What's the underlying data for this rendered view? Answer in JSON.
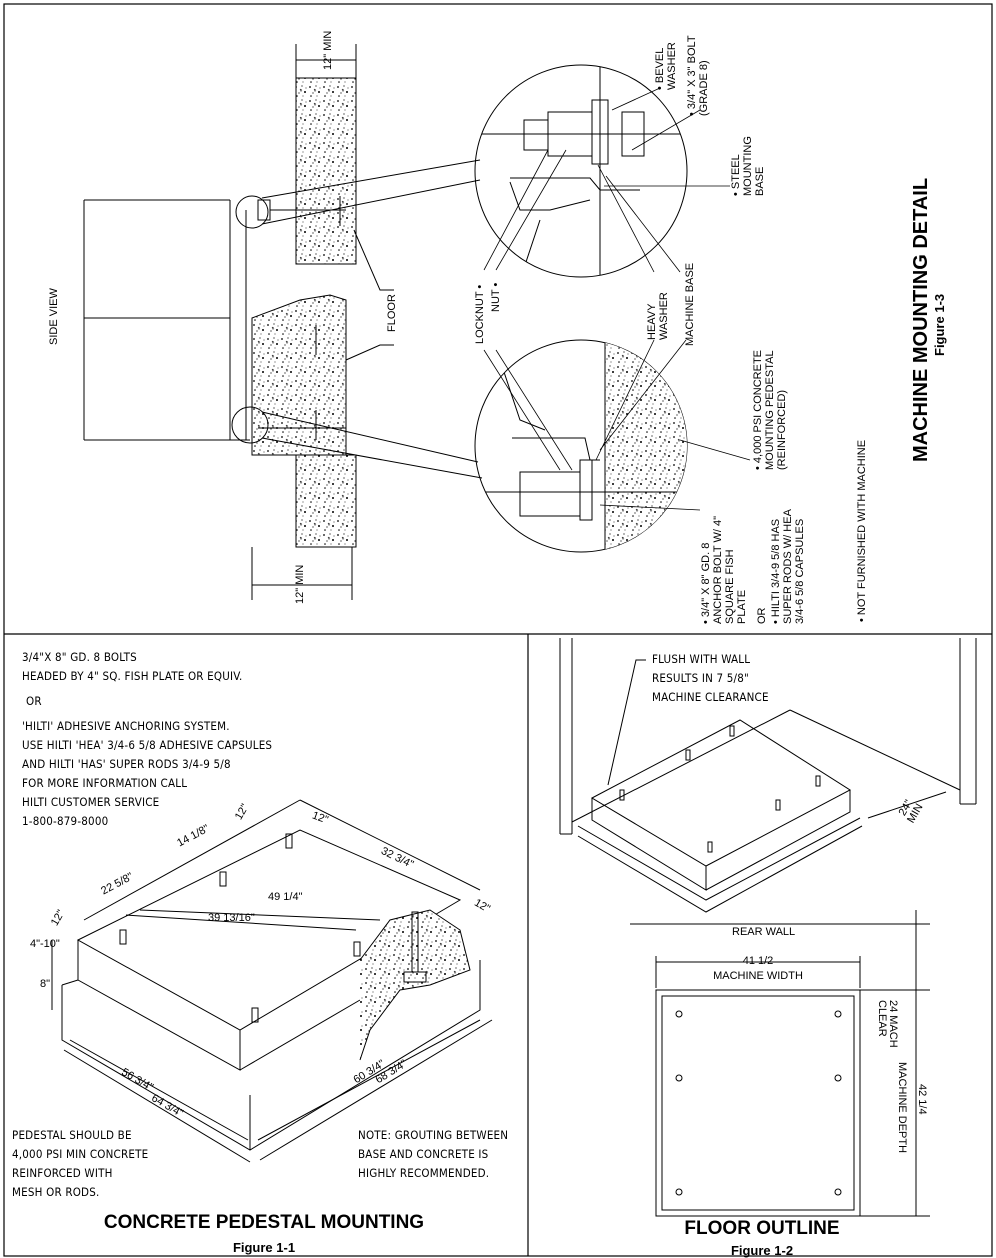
{
  "figure_1_3": {
    "title": "MACHINE MOUNTING DETAIL",
    "figure_label": "Figure 1-3",
    "labels": {
      "side_view": "SIDE VIEW",
      "floor": "FLOOR",
      "min_top": "12\" MIN",
      "min_bottom": "12\" MIN",
      "bevel_washer": "• BEVEL WASHER",
      "bolt": "• 3/4\" X 3\" BOLT (GRADE 8)",
      "steel_base": "• STEEL MOUNTING BASE",
      "locknut": "LOCKNUT •",
      "nut": "NUT •",
      "heavy_washer": "HEAVY WASHER",
      "machine_base": "MACHINE BASE",
      "concrete_pedestal": "• 4,000 PSI CONCRETE MOUNTING PEDESTAL (REINFORCED)",
      "anchor_bolt": "• 3/4\" X 8\" GD. 8 ANCHOR BOLT W/ 4\" SQUARE FISH PLATE",
      "or": "OR",
      "hilti": "• HILTI 3/4-9 5/8 HAS SUPER RODS W/ HEA 3/4-6 5/8 CAPSULES",
      "not_furnished": "• NOT FURNISHED WITH MACHINE"
    }
  },
  "figure_1_1": {
    "title": "CONCRETE PEDESTAL MOUNTING",
    "figure_label": "Figure 1-1",
    "notes": [
      "3/4\"X 8\" GD. 8 BOLTS",
      "HEADED BY 4\" SQ. FISH PLATE OR EQUIV.",
      "OR",
      "'HILTI' ADHESIVE ANCHORING SYSTEM.",
      "USE HILTI 'HEA' 3/4-6 5/8 ADHESIVE CAPSULES",
      "AND HILTI 'HAS' SUPER RODS 3/4-9 5/8",
      "FOR MORE INFORMATION CALL",
      "HILTI CUSTOMER SERVICE",
      "1-800-879-8000"
    ],
    "pedestal_note": [
      "PEDESTAL SHOULD BE",
      "4,000 PSI MIN CONCRETE",
      "REINFORCED WITH",
      "MESH OR RODS."
    ],
    "grout_note": [
      "NOTE: GROUTING BETWEEN",
      "BASE AND CONCRETE IS",
      "HIGHLY RECOMMENDED."
    ],
    "dims": {
      "d_12a": "12\"",
      "d_14_1_8": "14 1/8\"",
      "d_12b": "12\"",
      "d_32_3_4": "32 3/4\"",
      "d_22_5_8": "22 5/8\"",
      "d_49_1_4": "49 1/4\"",
      "d_39_13_16": "39 13/16\"",
      "d_12c": "12\"",
      "d_12d": "12\"",
      "d_4_10": "4\"-10\"",
      "d_8": "8\"",
      "d_56_3_4": "56 3/4\"",
      "d_64_3_4": "64 3/4\"",
      "d_60_3_4": "60 3/4\"",
      "d_68_3_4": "68 3/4\""
    }
  },
  "figure_1_2": {
    "title": "FLOOR OUTLINE",
    "figure_label": "Figure 1-2",
    "flush_note": [
      "FLUSH WITH WALL",
      "RESULTS IN 7 5/8\"",
      "MACHINE CLEARANCE"
    ],
    "dim_24_min": "24\" MIN",
    "rear_wall": "REAR WALL",
    "mach_clear": "24 MACH CLEAR",
    "machine_width_value": "41 1/2",
    "machine_width_label": "MACHINE WIDTH",
    "machine_depth_value": "42 1/4",
    "machine_depth_label": "MACHINE DEPTH"
  }
}
